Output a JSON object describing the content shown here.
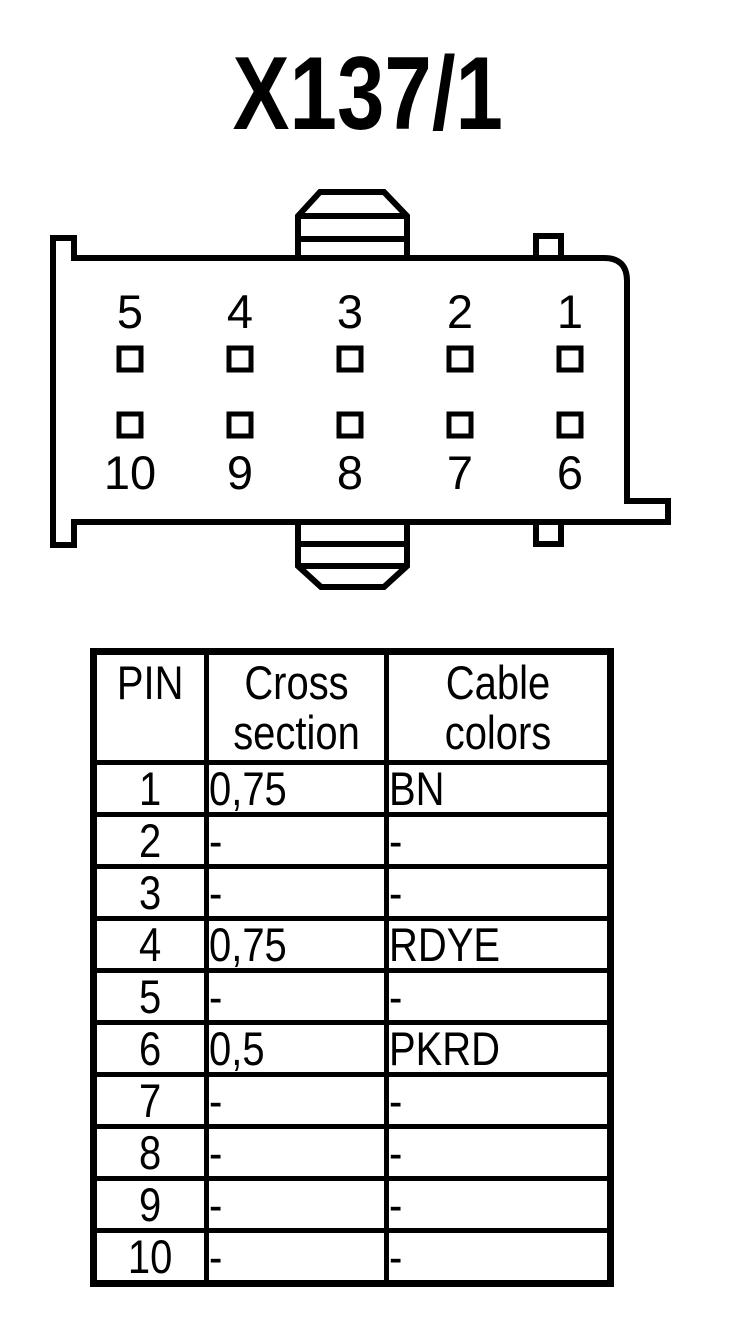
{
  "colors": {
    "line": "#000000",
    "background": "#ffffff"
  },
  "title": "X137/1",
  "connector": {
    "description": "10-pin connector face view",
    "top_row_pins": [
      "5",
      "4",
      "3",
      "2",
      "1"
    ],
    "bottom_row_pins": [
      "10",
      "9",
      "8",
      "7",
      "6"
    ]
  },
  "table": {
    "headers": {
      "pin": "PIN",
      "cross_section": "Cross section",
      "cable_colors": "Cable colors"
    },
    "rows": [
      {
        "pin": "1",
        "cross_section": "0,75",
        "cable_color": "BN"
      },
      {
        "pin": "2",
        "cross_section": "-",
        "cable_color": "-"
      },
      {
        "pin": "3",
        "cross_section": "-",
        "cable_color": "-"
      },
      {
        "pin": "4",
        "cross_section": "0,75",
        "cable_color": "RDYE"
      },
      {
        "pin": "5",
        "cross_section": "-",
        "cable_color": "-"
      },
      {
        "pin": "6",
        "cross_section": "0,5",
        "cable_color": "PKRD"
      },
      {
        "pin": "7",
        "cross_section": "-",
        "cable_color": "-"
      },
      {
        "pin": "8",
        "cross_section": "-",
        "cable_color": "-"
      },
      {
        "pin": "9",
        "cross_section": "-",
        "cable_color": "-"
      },
      {
        "pin": "10",
        "cross_section": "-",
        "cable_color": "-"
      }
    ]
  }
}
